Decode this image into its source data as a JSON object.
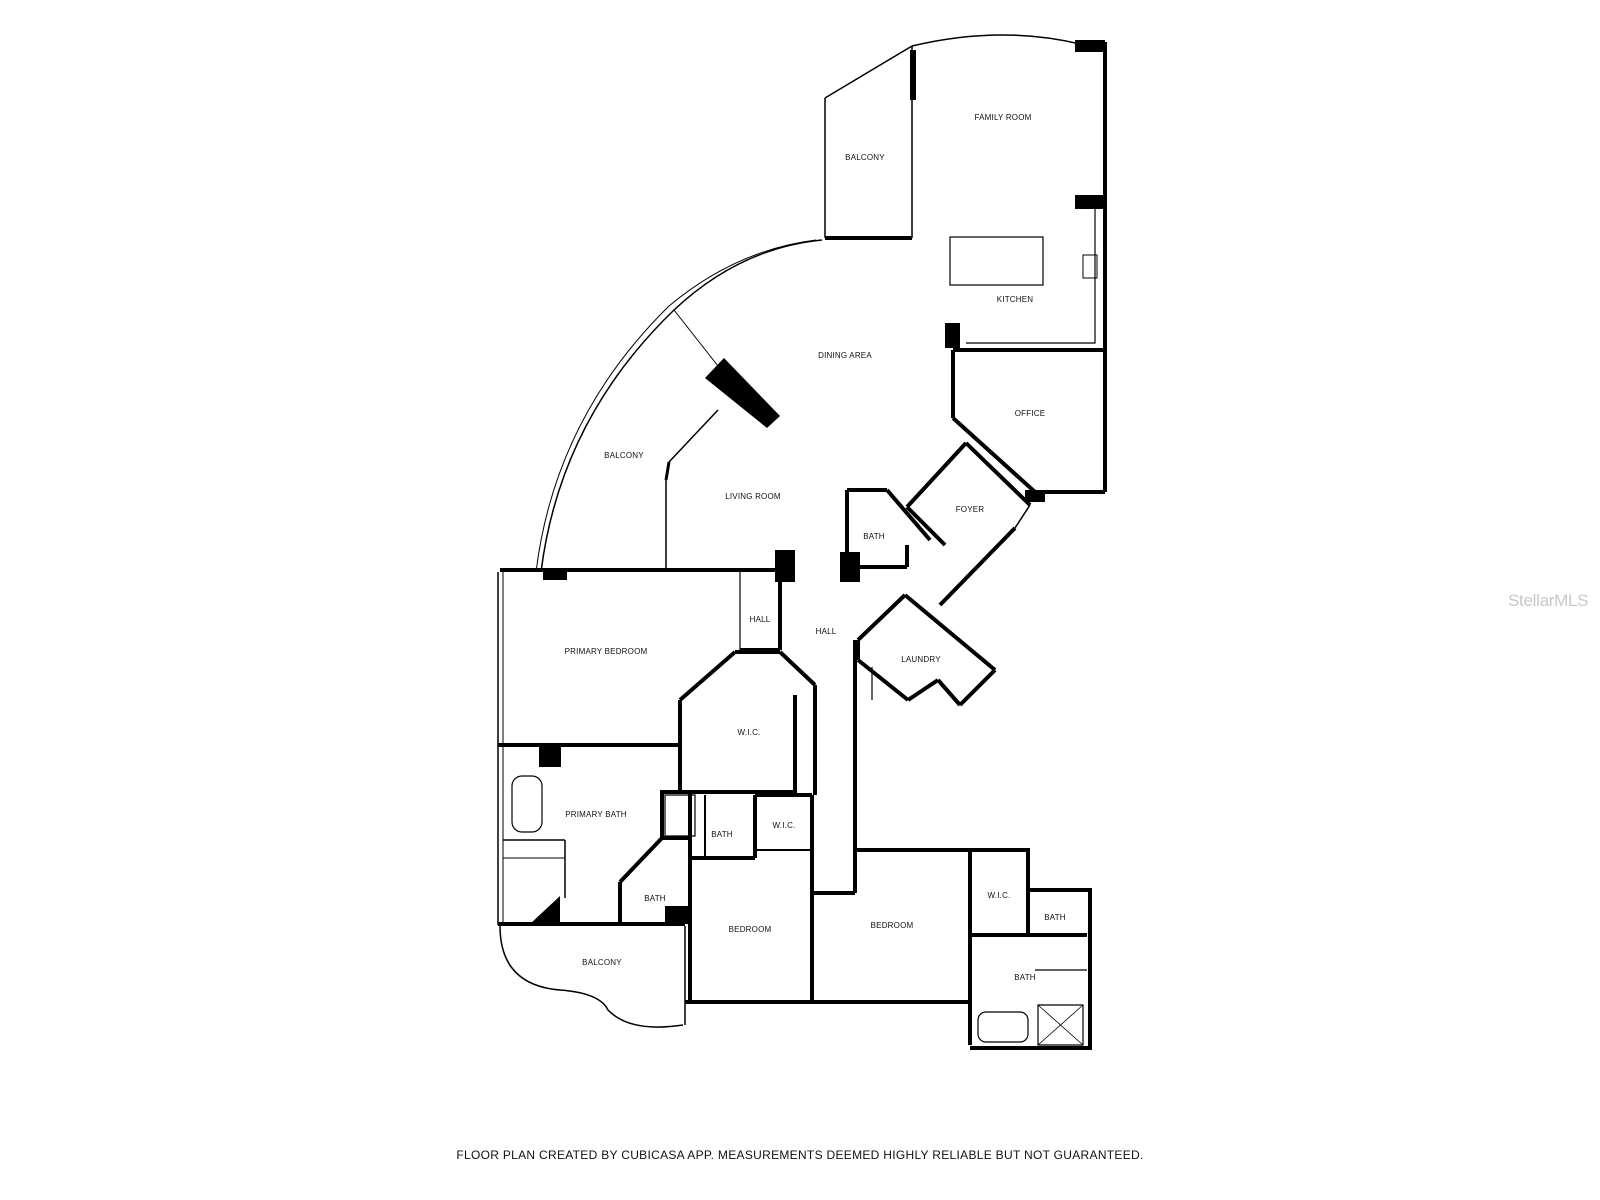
{
  "rooms": {
    "family_room": "FAMILY ROOM",
    "balcony_north": "BALCONY",
    "kitchen": "KITCHEN",
    "dining_area": "DINING AREA",
    "office": "OFFICE",
    "balcony_west": "BALCONY",
    "living_room": "LIVING ROOM",
    "foyer": "FOYER",
    "bath_center": "BATH",
    "hall_small": "HALL",
    "hall_main": "HALL",
    "primary_bedroom": "PRIMARY BEDROOM",
    "laundry": "LAUNDRY",
    "wic_center": "W.I.C.",
    "primary_bath": "PRIMARY BATH",
    "bath_small": "BATH",
    "wic_lower": "W.I.C.",
    "bath_lower_left": "BATH",
    "bedroom_left": "BEDROOM",
    "bedroom_right": "BEDROOM",
    "wic_right": "W.I.C.",
    "bath_right_small": "BATH",
    "bath_right": "BATH",
    "balcony_south": "BALCONY"
  },
  "footer": "FLOOR PLAN CREATED BY CUBICASA APP. MEASUREMENTS DEEMED HIGHLY RELIABLE BUT NOT GUARANTEED.",
  "watermark": "StellarMLS",
  "colors": {
    "wall": "#000000",
    "thin_line": "#444444",
    "background": "#ffffff",
    "watermark": "#c8c8c8"
  }
}
